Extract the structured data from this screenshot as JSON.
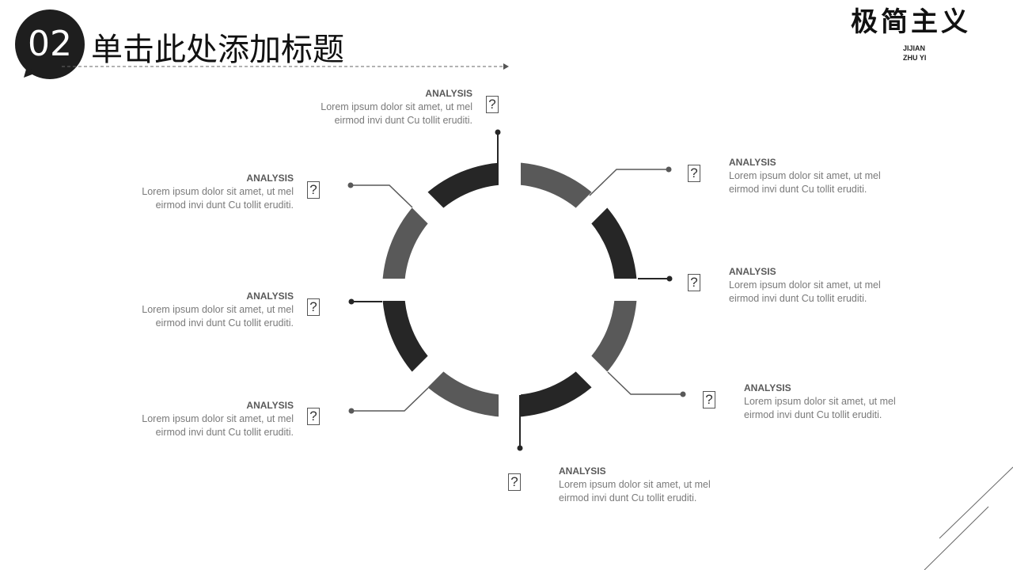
{
  "header": {
    "number": "02",
    "title": "单击此处添加标题"
  },
  "logo": {
    "text": "极简主义",
    "sub1": "JIJIAN",
    "sub2": "ZHU YI"
  },
  "colors": {
    "dark": "#262626",
    "gray": "#595959"
  },
  "items": [
    {
      "title": "ANALYSIS",
      "line1": "Lorem ipsum dolor sit amet, ut mel",
      "line2": "eirmod invi dunt Cu tollit eruditi.",
      "icon": "?"
    },
    {
      "title": "ANALYSIS",
      "line1": "Lorem ipsum dolor sit amet, ut mel",
      "line2": "eirmod invi dunt Cu tollit eruditi.",
      "icon": "?"
    },
    {
      "title": "ANALYSIS",
      "line1": "Lorem ipsum dolor sit amet, ut mel",
      "line2": "eirmod invi dunt Cu tollit eruditi.",
      "icon": "?"
    },
    {
      "title": "ANALYSIS",
      "line1": "Lorem ipsum dolor sit amet, ut mel",
      "line2": "eirmod invi dunt Cu tollit eruditi.",
      "icon": "?"
    },
    {
      "title": "ANALYSIS",
      "line1": "Lorem ipsum dolor sit amet, ut mel",
      "line2": "eirmod invi dunt Cu tollit eruditi.",
      "icon": "?"
    },
    {
      "title": "ANALYSIS",
      "line1": "Lorem ipsum dolor sit amet, ut mel",
      "line2": "eirmod invi dunt Cu tollit eruditi.",
      "icon": "?"
    },
    {
      "title": "ANALYSIS",
      "line1": "Lorem ipsum dolor sit amet, ut mel",
      "line2": "eirmod invi dunt Cu tollit eruditi.",
      "icon": "?"
    },
    {
      "title": "ANALYSIS",
      "line1": "Lorem ipsum dolor sit amet, ut mel",
      "line2": "eirmod invi dunt Cu tollit eruditi.",
      "icon": "?"
    }
  ]
}
